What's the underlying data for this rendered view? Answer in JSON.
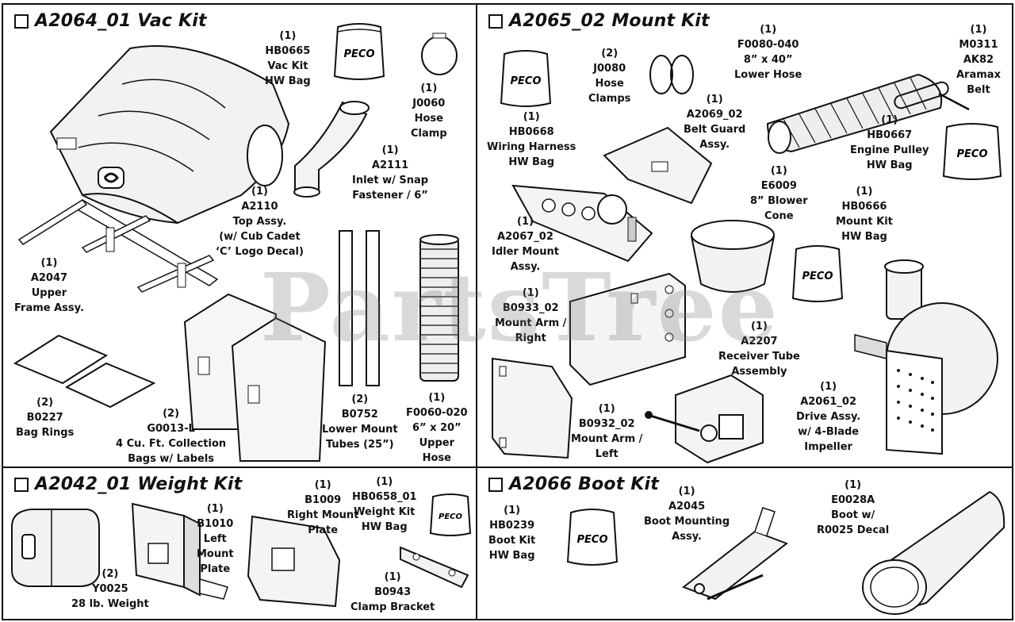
{
  "watermark": "PartsTree",
  "peco_text": "PECO",
  "kits": {
    "vac": {
      "title": "A2064_01 Vac Kit",
      "parts": [
        {
          "lines": [
            "(1)",
            "HB0665",
            "Vac Kit",
            "HW Bag"
          ]
        },
        {
          "lines": [
            "(1)",
            "J0060",
            "Hose",
            "Clamp"
          ]
        },
        {
          "lines": [
            "(1)",
            "A2111",
            "Inlet w/ Snap",
            "Fastener / 6”"
          ]
        },
        {
          "lines": [
            "(1)",
            "A2110",
            "Top Assy.",
            "(w/ Cub Cadet",
            "‘C’ Logo Decal)"
          ]
        },
        {
          "lines": [
            "(1)",
            "A2047",
            "Upper",
            "Frame Assy."
          ]
        },
        {
          "lines": [
            "(2)",
            "B0227",
            "Bag Rings"
          ]
        },
        {
          "lines": [
            "(2)",
            "G0013-L",
            "4 Cu. Ft. Collection",
            "Bags w/ Labels"
          ]
        },
        {
          "lines": [
            "(2)",
            "B0752",
            "Lower Mount",
            "Tubes (25”)"
          ]
        },
        {
          "lines": [
            "(1)",
            "F0060-020",
            "6” x 20”",
            "Upper",
            "Hose"
          ]
        }
      ]
    },
    "mount": {
      "title": "A2065_02 Mount Kit",
      "parts": [
        {
          "lines": [
            "(2)",
            "J0080",
            "Hose",
            "Clamps"
          ]
        },
        {
          "lines": [
            "(1)",
            "HB0668",
            "Wiring Harness",
            "HW Bag"
          ]
        },
        {
          "lines": [
            "(1)",
            "F0080-040",
            "8” x 40”",
            "Lower Hose"
          ]
        },
        {
          "lines": [
            "(1)",
            "A2069_02",
            "Belt Guard",
            "Assy."
          ]
        },
        {
          "lines": [
            "(1)",
            "M0311",
            "AK82",
            "Aramax",
            "Belt"
          ]
        },
        {
          "lines": [
            "(1)",
            "HB0667",
            "Engine Pulley",
            "HW Bag"
          ]
        },
        {
          "lines": [
            "(1)",
            "E6009",
            "8” Blower",
            "Cone"
          ]
        },
        {
          "lines": [
            "(1)",
            "HB0666",
            "Mount Kit",
            "HW Bag"
          ]
        },
        {
          "lines": [
            "(1)",
            "A2067_02",
            "Idler Mount",
            "Assy."
          ]
        },
        {
          "lines": [
            "(1)",
            "B0933_02",
            "Mount Arm /",
            "Right"
          ]
        },
        {
          "lines": [
            "(1)",
            "A2207",
            "Receiver Tube",
            "Assembly"
          ]
        },
        {
          "lines": [
            "(1)",
            "A2061_02",
            "Drive Assy.",
            "w/ 4-Blade",
            "Impeller"
          ]
        },
        {
          "lines": [
            "(1)",
            "B0932_02",
            "Mount Arm /",
            "Left"
          ]
        }
      ]
    },
    "weight": {
      "title": "A2042_01 Weight Kit",
      "parts": [
        {
          "lines": [
            "(1)",
            "B1010",
            "Left",
            "Mount",
            "Plate"
          ]
        },
        {
          "lines": [
            "(1)",
            "B1009",
            "Right Mount",
            "Plate"
          ]
        },
        {
          "lines": [
            "(1)",
            "HB0658_01",
            "Weight Kit",
            "HW Bag"
          ]
        },
        {
          "lines": [
            "(2)",
            "Y0025",
            "28 lb. Weight"
          ]
        },
        {
          "lines": [
            "(1)",
            "B0943",
            "Clamp Bracket"
          ]
        }
      ]
    },
    "boot": {
      "title": "A2066 Boot Kit",
      "parts": [
        {
          "lines": [
            "(1)",
            "HB0239",
            "Boot Kit",
            "HW Bag"
          ]
        },
        {
          "lines": [
            "(1)",
            "A2045",
            "Boot Mounting",
            "Assy."
          ]
        },
        {
          "lines": [
            "(1)",
            "E0028A",
            "Boot w/",
            "R0025 Decal"
          ]
        }
      ]
    }
  }
}
